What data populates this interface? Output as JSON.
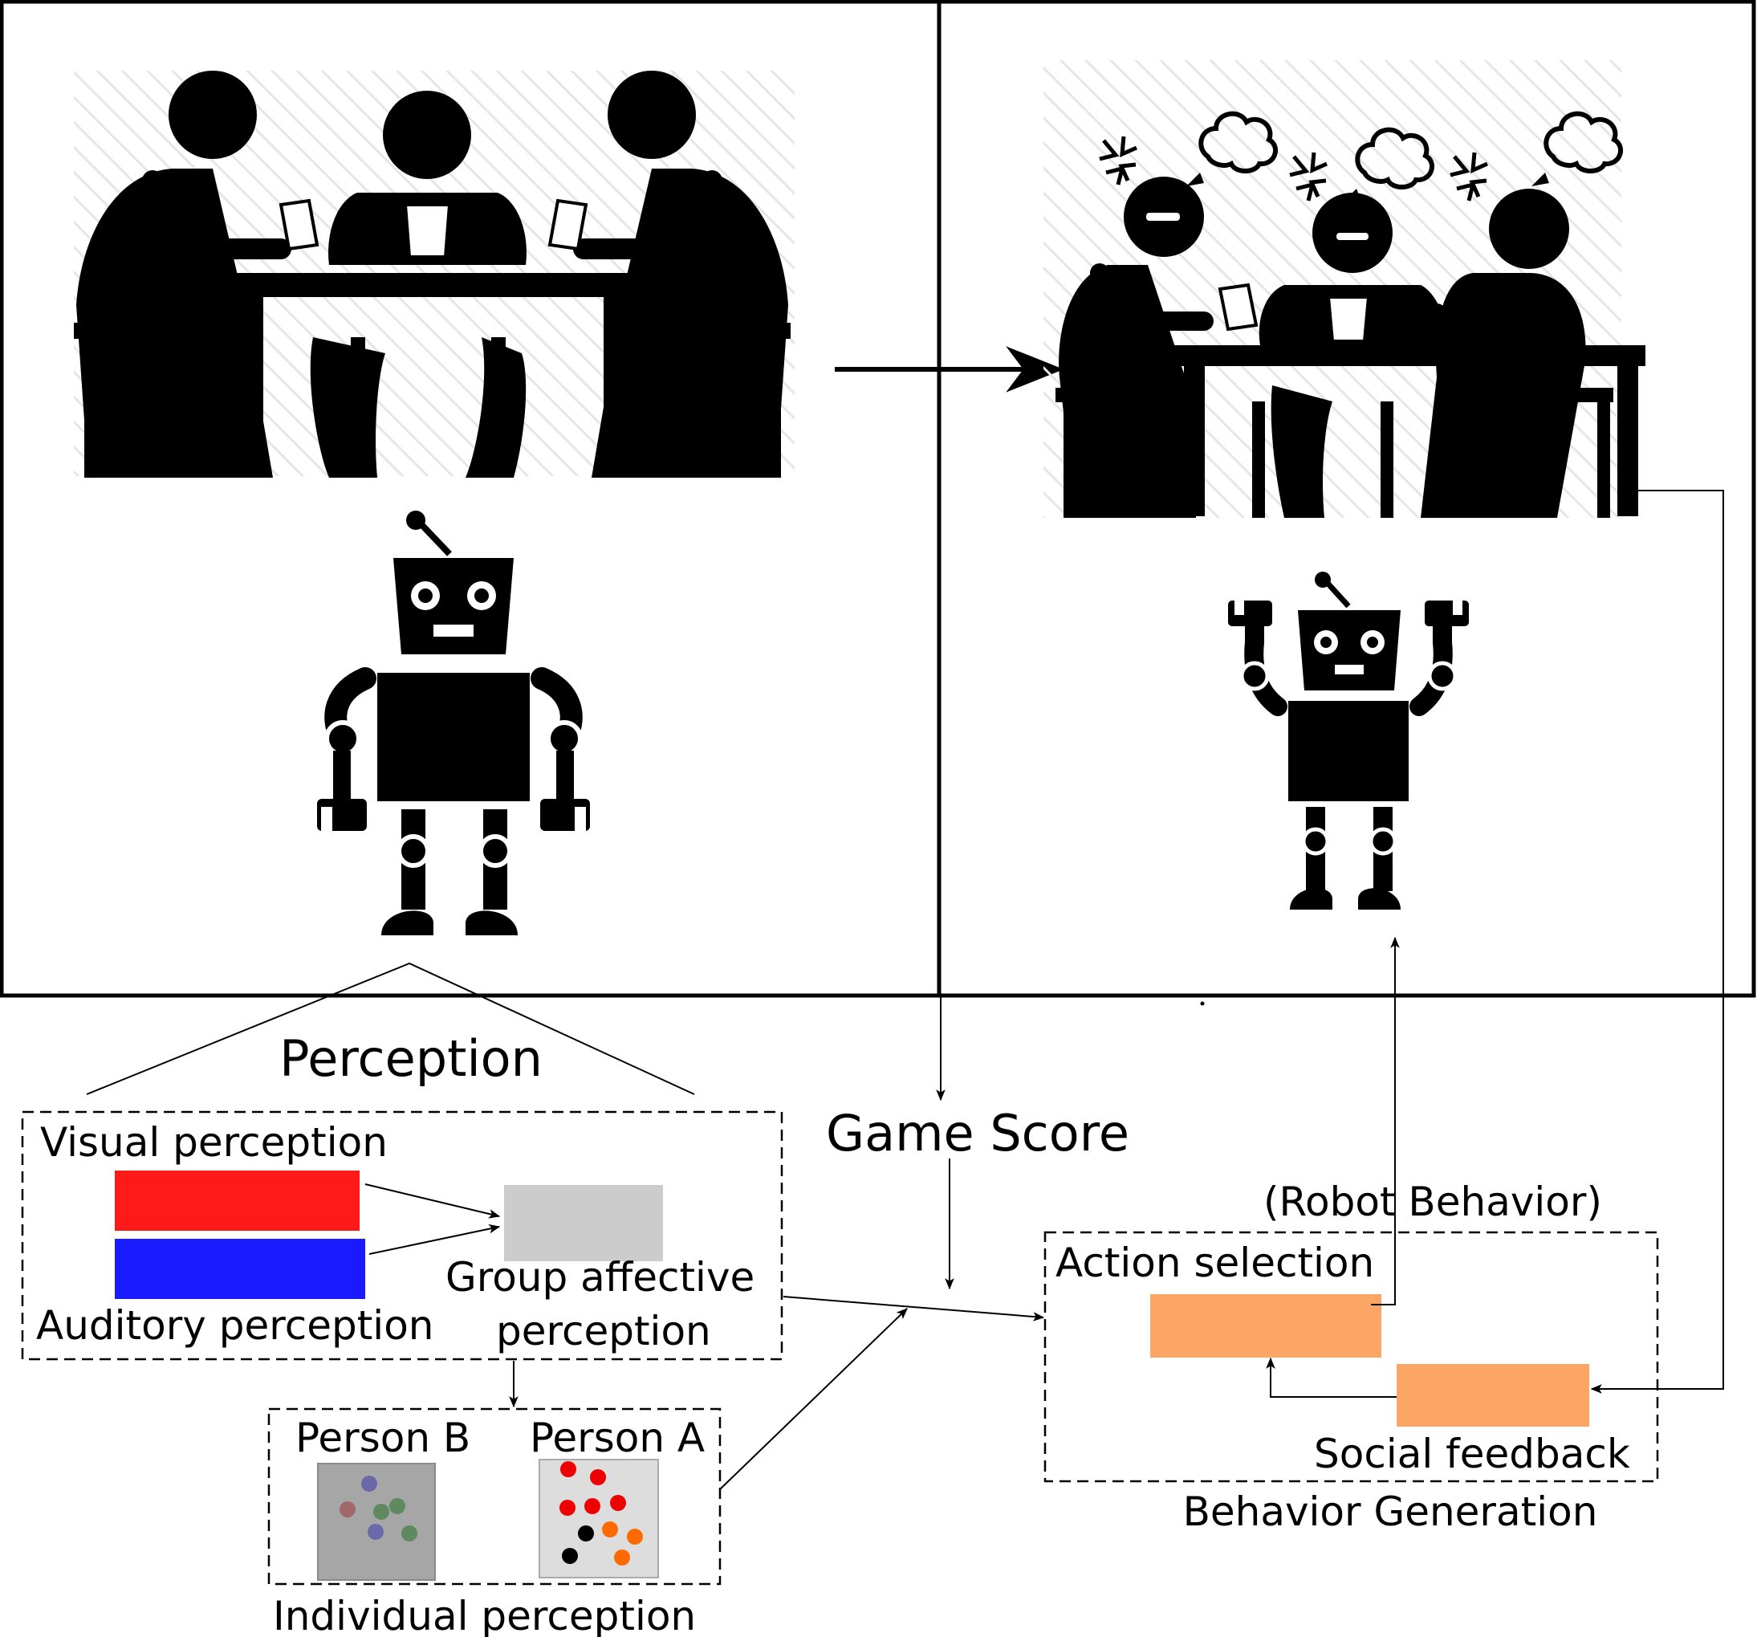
{
  "labels": {
    "perception_title": "Perception",
    "visual": "Visual perception",
    "auditory": "Auditory perception",
    "group_line1": "Group affective",
    "group_line2": "perception",
    "person_b": "Person B",
    "person_a": "Person A",
    "individual": "Individual perception",
    "game_score": "Game Score",
    "robot_behavior": "(Robot Behavior)",
    "action_selection": "Action selection",
    "social_feedback": "Social feedback",
    "behavior_generation": "Behavior Generation"
  },
  "colors": {
    "visual_bar": "#ff1a1a",
    "auditory_bar": "#1a1aff",
    "group_box": "#cccccc",
    "orange_box": "#fba665",
    "person_b_bg": "#a6a6a6",
    "person_a_bg": "#dddddd"
  },
  "icons": {
    "scene_left": "people-playing-cards-icon",
    "scene_right": "angry-people-playing-cards-icon",
    "robot_left": "robot-standing-icon",
    "robot_right": "robot-cheering-icon"
  }
}
